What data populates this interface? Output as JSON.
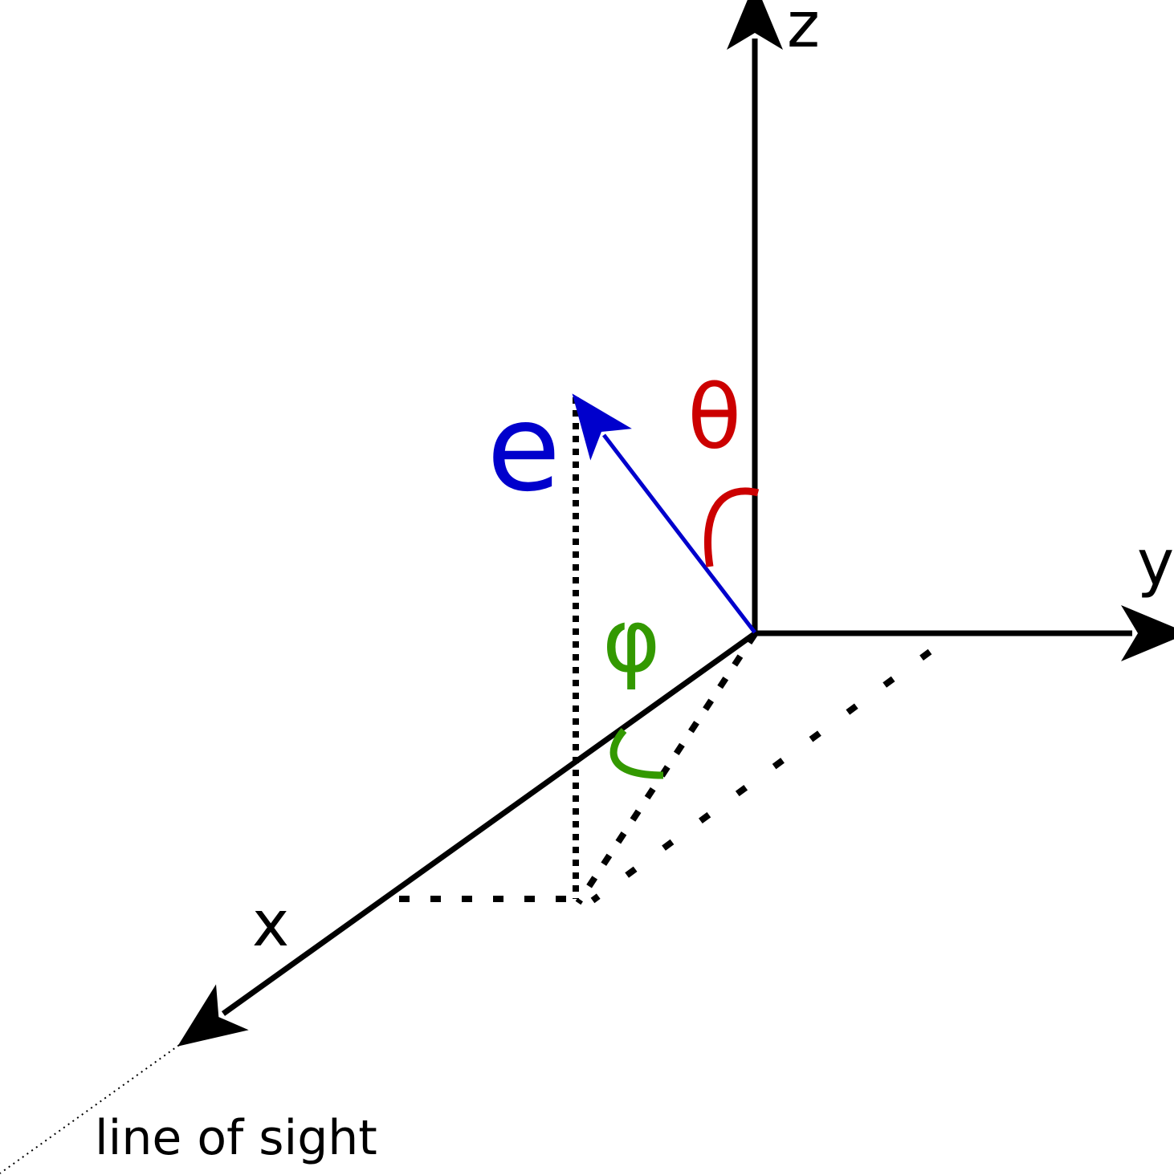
{
  "diagram": {
    "labels": {
      "z_axis": "z",
      "y_axis": "y",
      "x_axis": "x",
      "line_of_sight": "line of sight",
      "vector": "e",
      "theta": "θ",
      "phi": "φ"
    },
    "colors": {
      "axes": "#000000",
      "vector": "#0000cc",
      "theta": "#cc0000",
      "phi": "#339900",
      "background": "#ffffff"
    }
  }
}
